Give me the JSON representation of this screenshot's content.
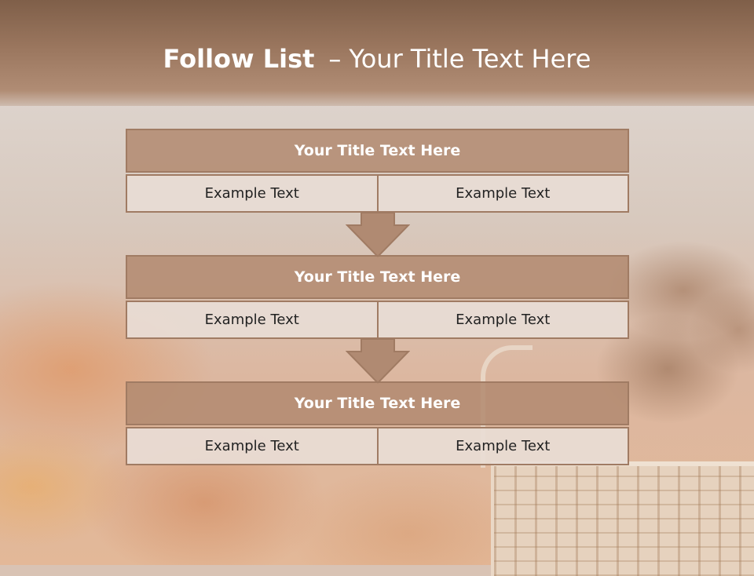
{
  "slide": {
    "title_bold": "Follow List",
    "title_separator": "–",
    "title_rest": "Your Title Text Here"
  },
  "flow": {
    "blocks": [
      {
        "title": "Your Title Text Here",
        "left": "Example Text",
        "right": "Example Text"
      },
      {
        "title": "Your Title Text Here",
        "left": "Example Text",
        "right": "Example Text"
      },
      {
        "title": "Your Title Text Here",
        "left": "Example Text",
        "right": "Example Text"
      }
    ]
  },
  "colors": {
    "header": "#8a6a53",
    "block_title_fill": "#b28a70",
    "block_border": "#a07b63",
    "cell_fill": "#e8dcd5",
    "arrow_fill": "#b08a72"
  },
  "icons": [
    "down-arrow-icon"
  ]
}
